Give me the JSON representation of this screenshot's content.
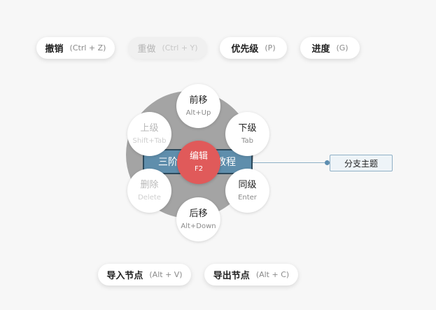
{
  "toolbar": {
    "undo": {
      "label": "撤销",
      "shortcut": "(Ctrl + Z)"
    },
    "redo": {
      "label": "重做",
      "shortcut": "(Ctrl + Y)"
    },
    "priority": {
      "label": "优先级",
      "shortcut": "(P)"
    },
    "progress": {
      "label": "进度",
      "shortcut": "(G)"
    }
  },
  "bottom_toolbar": {
    "import": {
      "label": "导入节点",
      "shortcut": "(Alt + V)"
    },
    "export": {
      "label": "导出节点",
      "shortcut": "(Alt + C)"
    }
  },
  "mindmap": {
    "topic_left": "三阶",
    "topic_right": "教程",
    "subtopic": "分支主题"
  },
  "radial_menu": {
    "forward": {
      "label": "前移",
      "shortcut": "Alt+Up"
    },
    "up_level": {
      "label": "上级",
      "shortcut": "Shift+Tab"
    },
    "down_level": {
      "label": "下级",
      "shortcut": "Tab"
    },
    "edit": {
      "label": "编辑",
      "shortcut": "F2"
    },
    "delete": {
      "label": "删除",
      "shortcut": "Delete"
    },
    "sibling": {
      "label": "同级",
      "shortcut": "Enter"
    },
    "back": {
      "label": "后移",
      "shortcut": "Alt+Down"
    }
  },
  "colors": {
    "accent_edit": "#e05a5a",
    "topic_fill": "#5f8eac",
    "ring": "#a4a4a4"
  }
}
